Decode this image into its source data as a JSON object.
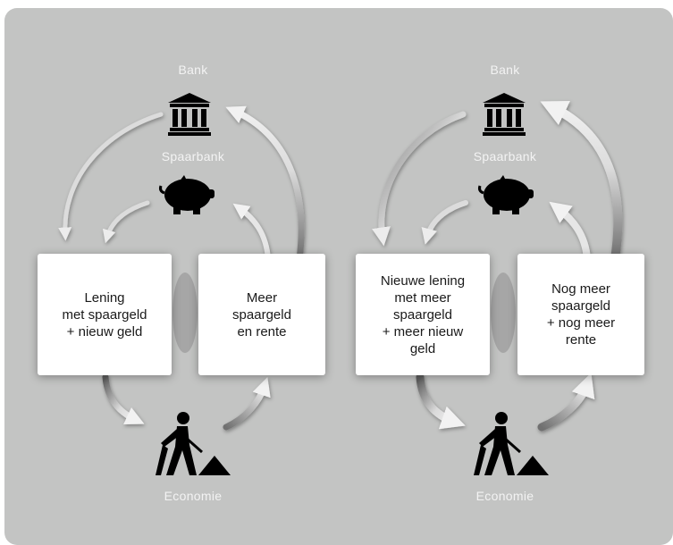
{
  "left": {
    "bank_label": "Bank",
    "spaarbank_label": "Spaarbank",
    "economie_label": "Economie",
    "card_left": "Lening\nmet spaargeld\n+ nieuw geld",
    "card_right": "Meer\nspaargeld\nen rente"
  },
  "right": {
    "bank_label": "Bank",
    "spaarbank_label": "Spaarbank",
    "economie_label": "Economie",
    "card_left": "Nieuwe lening\nmet meer\nspaargeld\n+ meer nieuw\ngeld",
    "card_right": "Nog meer\nspaargeld\n+ nog meer\nrente"
  },
  "icons": [
    "bank-icon",
    "piggy-bank-icon",
    "worker-icon"
  ],
  "colors": {
    "panel": "#c3c4c3",
    "card": "#ffffff",
    "icon": "#000000",
    "label": "#f3f3f3"
  }
}
